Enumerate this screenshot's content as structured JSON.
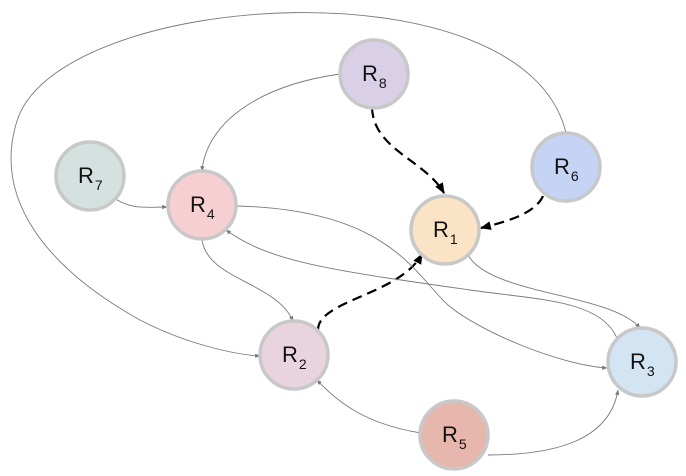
{
  "nodes": [
    {
      "id": "R1",
      "letter": "R",
      "sub": "1",
      "color": "#fbe3c6"
    },
    {
      "id": "R2",
      "letter": "R",
      "sub": "2",
      "color": "#e9d3de"
    },
    {
      "id": "R3",
      "letter": "R",
      "sub": "3",
      "color": "#d3e4f3"
    },
    {
      "id": "R4",
      "letter": "R",
      "sub": "4",
      "color": "#f6cfd2"
    },
    {
      "id": "R5",
      "letter": "R",
      "sub": "5",
      "color": "#e7b7ad"
    },
    {
      "id": "R6",
      "letter": "R",
      "sub": "6",
      "color": "#c5d4f5"
    },
    {
      "id": "R7",
      "letter": "R",
      "sub": "7",
      "color": "#d4e1df"
    },
    {
      "id": "R8",
      "letter": "R",
      "sub": "8",
      "color": "#d9d0e8"
    }
  ],
  "edges": [
    {
      "from": "R8",
      "to": "R1",
      "style": "dashed"
    },
    {
      "from": "R6",
      "to": "R1",
      "style": "dashed"
    },
    {
      "from": "R2",
      "to": "R1",
      "style": "dashed"
    },
    {
      "from": "R8",
      "to": "R4",
      "style": "solid"
    },
    {
      "from": "R7",
      "to": "R4",
      "style": "solid"
    },
    {
      "from": "R6",
      "to": "R2",
      "style": "solid"
    },
    {
      "from": "R4",
      "to": "R2",
      "style": "solid"
    },
    {
      "from": "R4",
      "to": "R3",
      "style": "solid"
    },
    {
      "from": "R3",
      "to": "R4",
      "style": "solid"
    },
    {
      "from": "R1",
      "to": "R3",
      "style": "solid"
    },
    {
      "from": "R5",
      "to": "R2",
      "style": "solid"
    },
    {
      "from": "R5",
      "to": "R3",
      "style": "solid"
    }
  ],
  "colors": {
    "node_stroke": "#c8c8c8",
    "edge_solid": "#7a7a7a",
    "edge_dashed": "#000000"
  }
}
